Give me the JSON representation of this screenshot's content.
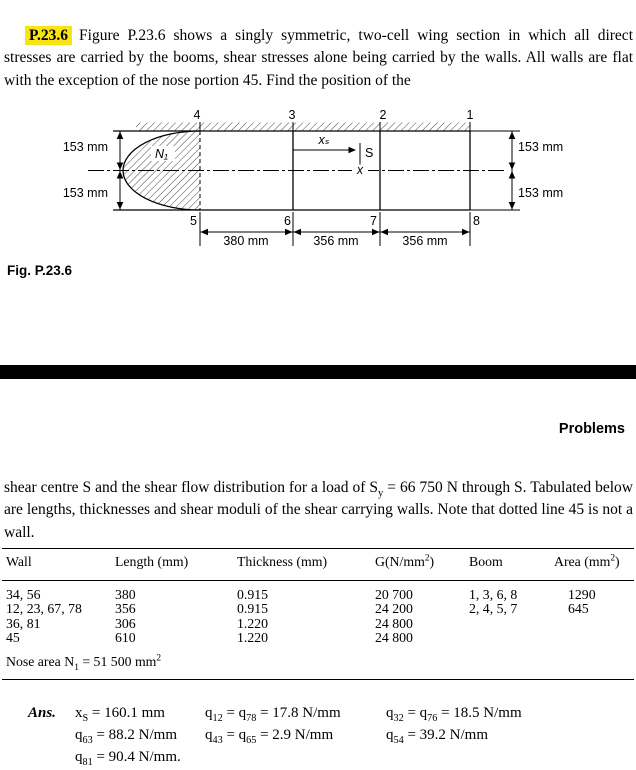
{
  "page": {
    "problem_tag": "P.23.6",
    "intro_text": "Figure P.23.6 shows a singly symmetric, two-cell wing section in which all direct stresses are carried by the booms, shear stresses alone being carried by the walls. All walls are flat with the exception of the nose portion 45. Find the position of the",
    "body_text": "shear centre S and the shear flow distribution for a load of S~y~ = 66 750 N through S. Tabulated below are lengths, thicknesses and shear moduli of the shear carrying walls. Note that dotted line 45 is not a wall.",
    "fig_caption": "Fig. P.23.6",
    "section_header": "Problems",
    "highlight_color": "#f7e412"
  },
  "figure": {
    "top_booms": [
      "4",
      "3",
      "2",
      "1"
    ],
    "bottom_booms": [
      "5",
      "6",
      "7",
      "8"
    ],
    "dim_left_top": "153 mm",
    "dim_left_bottom": "153 mm",
    "dim_right_top": "153 mm",
    "dim_right_bottom": "153 mm",
    "dim_span_1": "380 mm",
    "dim_span_2": "356 mm",
    "dim_span_3": "356 mm",
    "nose_label": "N₁",
    "xs_label": "xₛ",
    "shear_centre_label": "S",
    "centre_marker": "x"
  },
  "table": {
    "headers": [
      "Wall",
      "Length (mm)",
      "Thickness (mm)",
      "G(N/mm^2^)",
      "Boom",
      "Area (mm^2^)"
    ],
    "rows": [
      [
        "34, 56",
        "380",
        "0.915",
        "20 700",
        "1, 3, 6, 8",
        "1290"
      ],
      [
        "12, 23, 67, 78",
        "356",
        "0.915",
        "24 200",
        "2, 4, 5, 7",
        "645"
      ],
      [
        "36, 81",
        "306",
        "1.220",
        "24 800",
        "",
        ""
      ],
      [
        "45",
        "610",
        "1.220",
        "24 800",
        "",
        ""
      ]
    ],
    "footnote": "Nose area N~1~ = 51 500 mm^2^"
  },
  "answer": {
    "label": "Ans.",
    "items": [
      "x~S~ = 160.1 mm",
      "q~12~ = q~78~ = 17.8 N/mm",
      "q~32~ = q~76~ = 18.5 N/mm",
      "q~63~ = 88.2 N/mm",
      "q~43~ = q~65~ = 2.9 N/mm",
      "q~54~ = 39.2 N/mm",
      "q~81~ = 90.4 N/mm."
    ]
  }
}
